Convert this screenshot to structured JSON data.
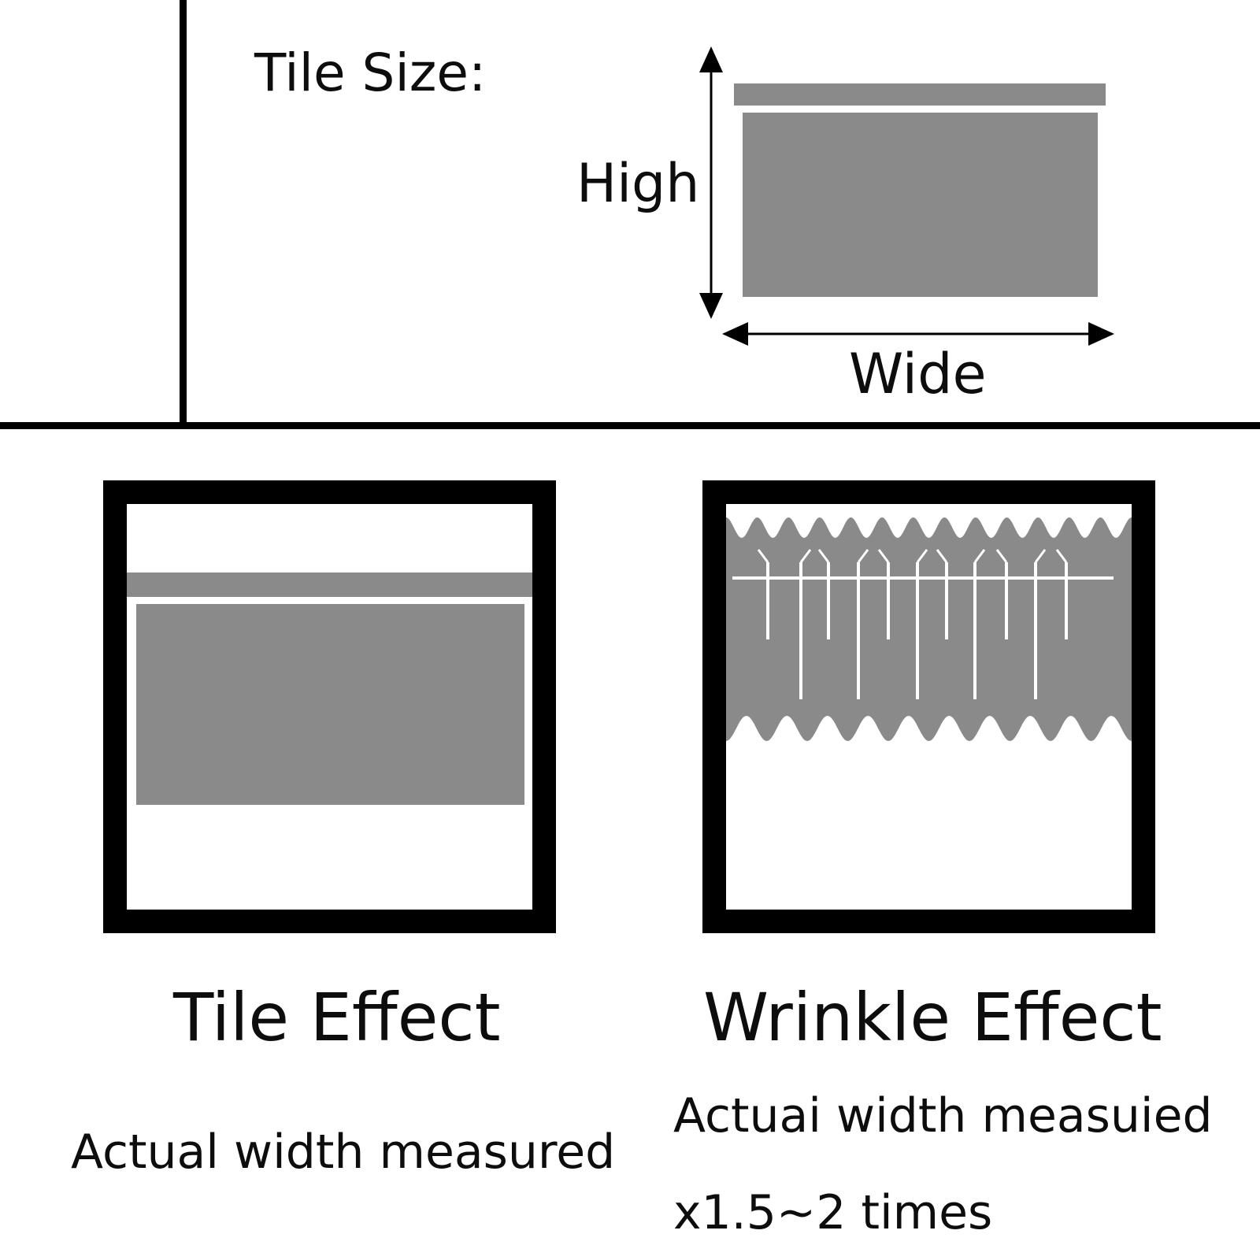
{
  "header": {
    "tile_size_label": "Tile Size:",
    "high_label": "High",
    "wide_label": "Wide"
  },
  "tile_effect": {
    "title": "Tile Effect",
    "note": "Actual width measured"
  },
  "wrinkle_effect": {
    "title": "Wrinkle Effect",
    "note_line1": "Actuai width measuied",
    "note_line2": "x1.5~2 times"
  },
  "colors": {
    "fabric": "#8a8a8a",
    "frame": "#000000",
    "background": "#ffffff",
    "highlight": "#ffffff"
  }
}
